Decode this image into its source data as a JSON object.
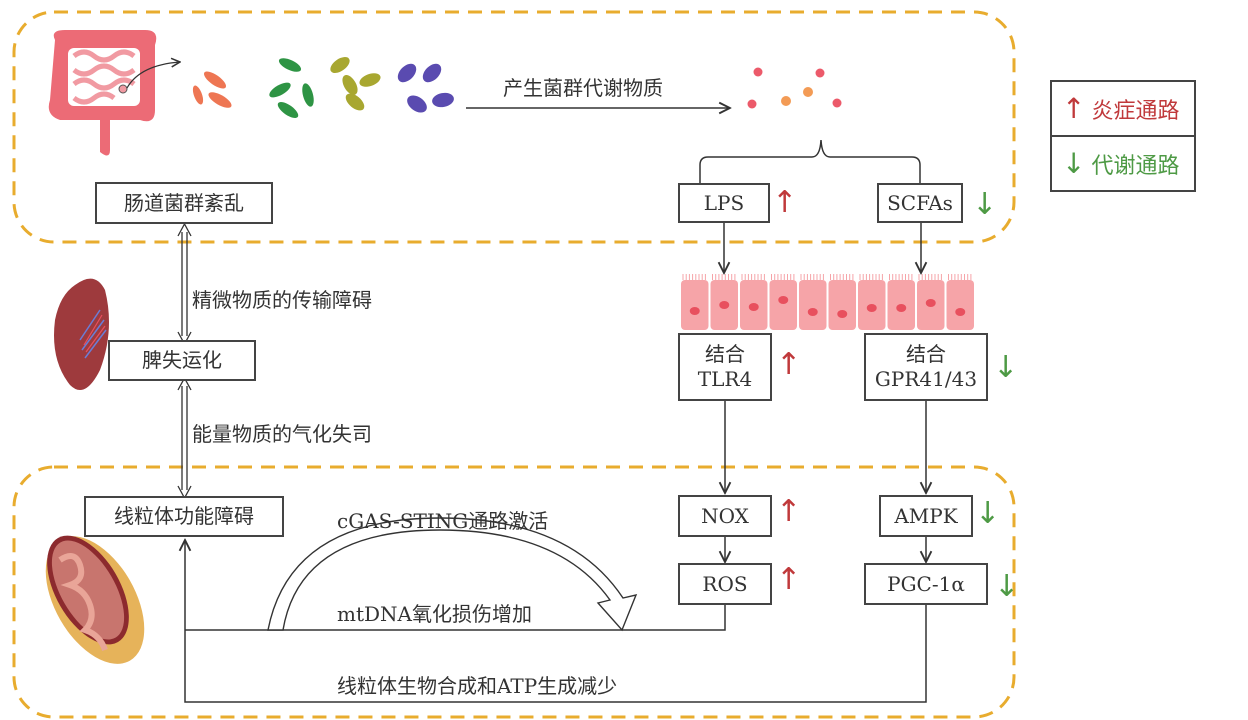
{
  "legend": {
    "inflammation": {
      "glyph": "↑",
      "label": "炎症通路",
      "color": "#c0393b"
    },
    "metabolism": {
      "glyph": "↓",
      "label": "代谢通路",
      "color": "#4e9a45"
    }
  },
  "top": {
    "produce_label": "产生菌群代谢物质",
    "dysbiosis": "肠道菌群紊乱",
    "lps": "LPS",
    "scfas": "SCFAs"
  },
  "middle": {
    "transport_label": "精微物质的传输障碍",
    "spleen": "脾失运化",
    "energy_label": "能量物质的气化失司",
    "tlr4_line1": "结合",
    "tlr4_line2": "TLR4",
    "gpr_line1": "结合",
    "gpr_line2": "GPR41/43"
  },
  "bottom": {
    "mito_dysfunction": "线粒体功能障碍",
    "cgas_label": "cGAS-STING通路激活",
    "mtdna_label": "mtDNA氧化损伤增加",
    "biogenesis_label": "线粒体生物合成和ATP生成减少",
    "nox": "NOX",
    "ros": "ROS",
    "ampk": "AMPK",
    "pgc": "PGC-1α"
  },
  "indicators": {
    "up": "↑",
    "down": "↓"
  },
  "colors": {
    "dashed_border": "#e8ac2e",
    "up": "#c0393b",
    "down": "#4e9a45"
  }
}
